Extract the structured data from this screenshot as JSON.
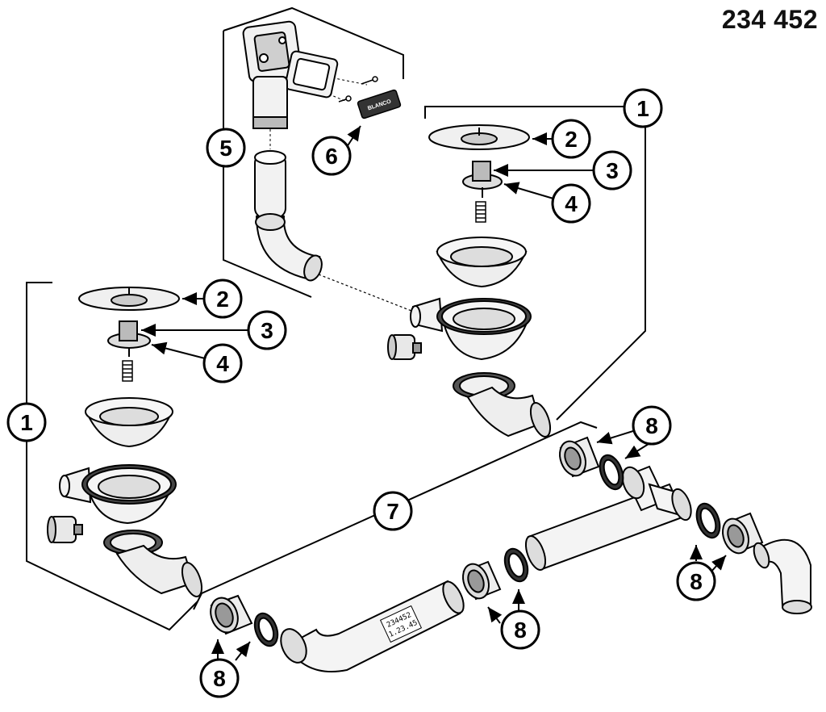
{
  "header": {
    "part_number": "234 452"
  },
  "callouts": [
    {
      "id": "1"
    },
    {
      "id": "2"
    },
    {
      "id": "3"
    },
    {
      "id": "4"
    },
    {
      "id": "5"
    },
    {
      "id": "6"
    },
    {
      "id": "7"
    },
    {
      "id": "8"
    }
  ],
  "tube_label": {
    "line1": "234452",
    "line2": "1.23.45"
  },
  "brand_badge": {
    "text": "BLANCO"
  },
  "colors": {
    "ink": "#000000",
    "fill": "#f2f2f2",
    "shade": "#c8c8c8",
    "dark": "#555555"
  }
}
